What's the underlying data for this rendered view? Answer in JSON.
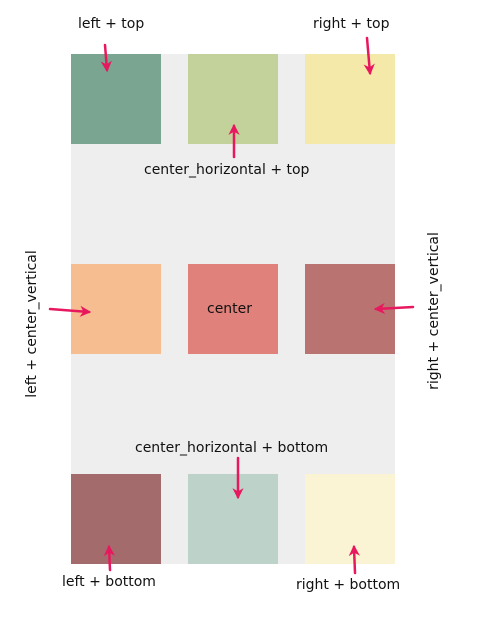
{
  "labels": {
    "left_top": "left + top",
    "right_top": "right + top",
    "center_h_top": "center_horizontal + top",
    "left_center_v": "left + center_vertical",
    "center": "center",
    "right_center_v": "right + center_vertical",
    "center_h_bottom": "center_horizontal + bottom",
    "left_bottom": "left + bottom",
    "right_bottom": "right + bottom"
  },
  "colors": {
    "panel": "#eeeeee",
    "left_top": "#7aa590",
    "center_top": "#c3d29a",
    "right_top": "#f4e9a8",
    "left_middle": "#f5bd90",
    "center_middle": "#e0827b",
    "right_middle": "#b97472",
    "left_bottom": "#a46b6d",
    "center_bottom": "#bdd2c9",
    "right_bottom": "#faf3d4",
    "arrow": "#e8185e"
  }
}
